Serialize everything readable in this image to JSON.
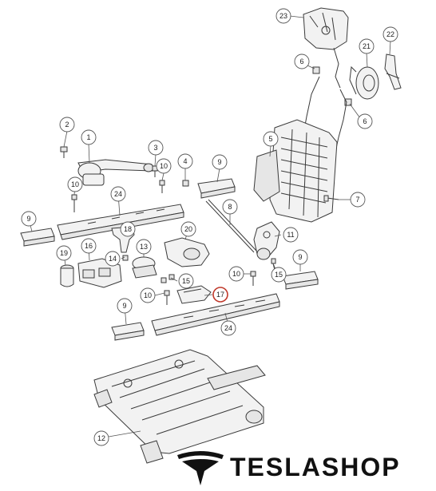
{
  "brand": {
    "name": "TESLASHOP",
    "accent": "#c0392b",
    "logo_icon": "tesla-t-logo"
  },
  "highlight_part": "17",
  "callouts": [
    {
      "id": "c23",
      "label": "23"
    },
    {
      "id": "c22",
      "label": "22"
    },
    {
      "id": "c21",
      "label": "21"
    },
    {
      "id": "c6a",
      "label": "6"
    },
    {
      "id": "c6b",
      "label": "6"
    },
    {
      "id": "c5",
      "label": "5"
    },
    {
      "id": "c7",
      "label": "7"
    },
    {
      "id": "c2",
      "label": "2"
    },
    {
      "id": "c1",
      "label": "1"
    },
    {
      "id": "c3",
      "label": "3"
    },
    {
      "id": "c10a",
      "label": "10"
    },
    {
      "id": "c4",
      "label": "4"
    },
    {
      "id": "c9a",
      "label": "9"
    },
    {
      "id": "c10b",
      "label": "10"
    },
    {
      "id": "c24a",
      "label": "24"
    },
    {
      "id": "c8",
      "label": "8"
    },
    {
      "id": "c9b",
      "label": "9"
    },
    {
      "id": "c18",
      "label": "18"
    },
    {
      "id": "c20",
      "label": "20"
    },
    {
      "id": "c11",
      "label": "11"
    },
    {
      "id": "c16",
      "label": "16"
    },
    {
      "id": "c13",
      "label": "13"
    },
    {
      "id": "c19",
      "label": "19"
    },
    {
      "id": "c14",
      "label": "14"
    },
    {
      "id": "c9c",
      "label": "9"
    },
    {
      "id": "c10c",
      "label": "10"
    },
    {
      "id": "c15a",
      "label": "15"
    },
    {
      "id": "c15b",
      "label": "15"
    },
    {
      "id": "c17",
      "label": "17"
    },
    {
      "id": "c10d",
      "label": "10"
    },
    {
      "id": "c9d",
      "label": "9"
    },
    {
      "id": "c24b",
      "label": "24"
    },
    {
      "id": "c12",
      "label": "12"
    }
  ]
}
